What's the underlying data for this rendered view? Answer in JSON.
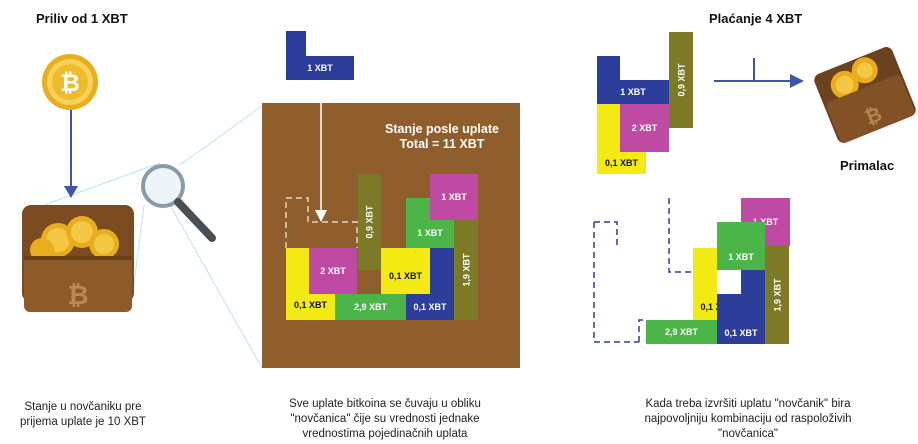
{
  "left": {
    "title": "Priliv od 1 XBT",
    "caption": [
      "Stanje u novčaniku pre",
      "prijema uplate je 10 XBT"
    ]
  },
  "middle": {
    "incoming_block": "1 XBT",
    "board_title": [
      "Stanje posle uplate",
      "Total = 11 XBT"
    ],
    "blocks": {
      "b01": "0,1 XBT",
      "b2": "2 XBT",
      "b09": "0,9 XBT",
      "b29": "2,9 XBT",
      "b01b": "0,1 XBT",
      "b1green": "1 XBT",
      "b01c": "0,1 XBT",
      "b1magenta": "1 XBT",
      "b19": "1,9 XBT"
    },
    "caption": [
      "Sve uplate bitkoina se čuvaju u obliku",
      "\"novčanica\" čije su vrednosti jednake",
      "vrednostima pojedinačnih uplata"
    ]
  },
  "right": {
    "title": "Plaćanje 4 XBT",
    "recipient": "Primalac",
    "payment_blocks": {
      "b1blue": "1 XBT",
      "b2": "2 XBT",
      "b01": "0,1 XBT",
      "b09": "0,9 XBT"
    },
    "remaining_blocks": {
      "b1magenta": "1 XBT",
      "b1green": "1 XBT",
      "b01": "0,1 XBT",
      "b29": "2,9 XBT",
      "b01b": "0,1 XBT",
      "b19": "1,9 XBT"
    },
    "caption": [
      "Kada treba izvršiti uplatu \"novčanik\" bira",
      "najpovoljniju kombinaciju od raspoloživih",
      "\"novčanica\""
    ]
  },
  "colors": {
    "board": "#8f5e2c",
    "blue": "#2c3d9a",
    "yellow": "#f2ea12",
    "green": "#4bb54a",
    "magenta": "#bf4aa3",
    "olive": "#7c7a26",
    "arrow": "#3f55a8"
  }
}
